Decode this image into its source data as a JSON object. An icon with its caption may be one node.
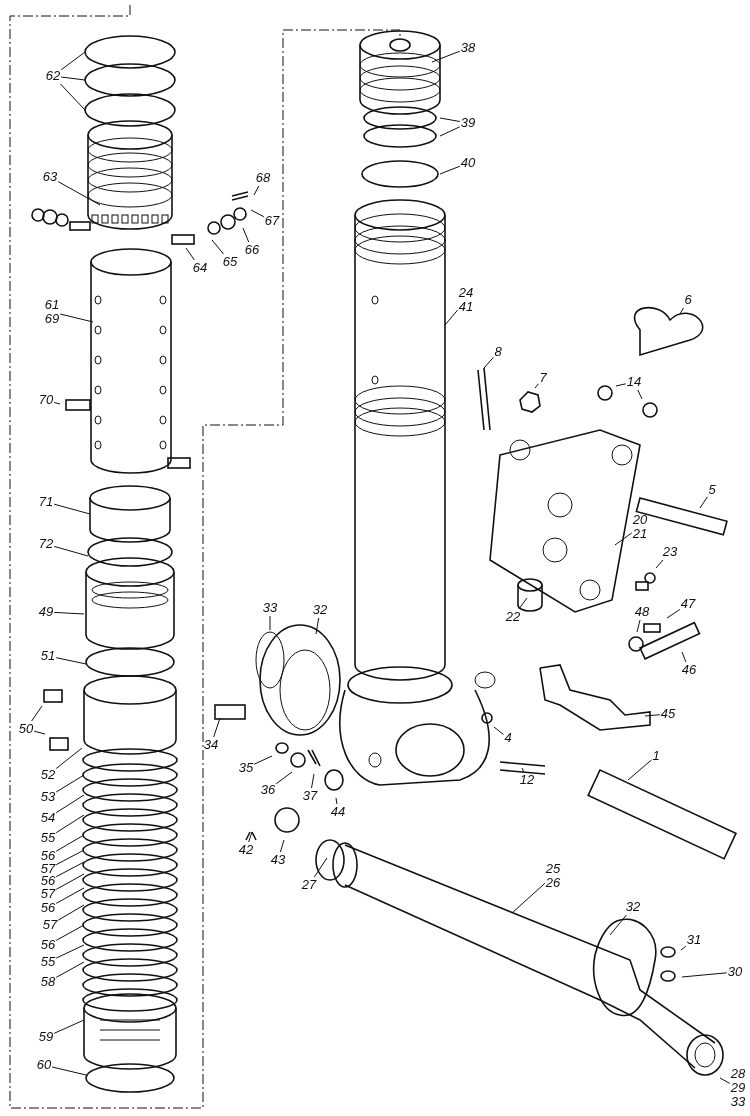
{
  "diagram": {
    "nodes": [
      {
        "text": [
          "62"
        ]
      },
      {
        "text": [
          "63"
        ]
      },
      {
        "text": [
          "68"
        ]
      },
      {
        "text": [
          "67"
        ]
      },
      {
        "text": [
          "66"
        ]
      },
      {
        "text": [
          "65"
        ]
      },
      {
        "text": [
          "64"
        ]
      },
      {
        "text": [
          "61",
          "69"
        ]
      },
      {
        "text": [
          "70"
        ]
      },
      {
        "text": [
          "71"
        ]
      },
      {
        "text": [
          "72"
        ]
      },
      {
        "text": [
          "49"
        ]
      },
      {
        "text": [
          "51"
        ]
      },
      {
        "text": [
          "50"
        ]
      },
      {
        "text": [
          "52"
        ]
      },
      {
        "text": [
          "53"
        ]
      },
      {
        "text": [
          "54"
        ]
      },
      {
        "text": [
          "55"
        ]
      },
      {
        "text": [
          "56"
        ]
      },
      {
        "text": [
          "57"
        ]
      },
      {
        "text": [
          "56"
        ]
      },
      {
        "text": [
          "57"
        ]
      },
      {
        "text": [
          "56"
        ]
      },
      {
        "text": [
          "57"
        ]
      },
      {
        "text": [
          "56"
        ]
      },
      {
        "text": [
          "55"
        ]
      },
      {
        "text": [
          "58"
        ]
      },
      {
        "text": [
          "59"
        ]
      },
      {
        "text": [
          "60"
        ]
      },
      {
        "text": [
          "38"
        ]
      },
      {
        "text": [
          "39"
        ]
      },
      {
        "text": [
          "40"
        ]
      },
      {
        "text": [
          "24",
          "41"
        ]
      },
      {
        "text": [
          "33"
        ]
      },
      {
        "text": [
          "32"
        ]
      },
      {
        "text": [
          "8"
        ]
      },
      {
        "text": [
          "6"
        ]
      },
      {
        "text": [
          "7"
        ]
      },
      {
        "text": [
          "14"
        ]
      },
      {
        "text": [
          "5"
        ]
      },
      {
        "text": [
          "20",
          "21"
        ]
      },
      {
        "text": [
          "23"
        ]
      },
      {
        "text": [
          "22"
        ]
      },
      {
        "text": [
          "48"
        ]
      },
      {
        "text": [
          "47"
        ]
      },
      {
        "text": [
          "46"
        ]
      },
      {
        "text": [
          "34"
        ]
      },
      {
        "text": [
          "45"
        ]
      },
      {
        "text": [
          "4"
        ]
      },
      {
        "text": [
          "35"
        ]
      },
      {
        "text": [
          "36"
        ]
      },
      {
        "text": [
          "37"
        ]
      },
      {
        "text": [
          "44"
        ]
      },
      {
        "text": [
          "12"
        ]
      },
      {
        "text": [
          "1"
        ]
      },
      {
        "text": [
          "43"
        ]
      },
      {
        "text": [
          "42"
        ]
      },
      {
        "text": [
          "27"
        ]
      },
      {
        "text": [
          "25",
          "26"
        ]
      },
      {
        "text": [
          "32"
        ]
      },
      {
        "text": [
          "31"
        ]
      },
      {
        "text": [
          "30"
        ]
      },
      {
        "text": [
          "28",
          "29",
          "33"
        ]
      }
    ],
    "edges": [
      {
        "from": 0,
        "to": null,
        "arrow": "none"
      },
      {
        "from": 0,
        "to": null,
        "arrow": "none"
      },
      {
        "from": 0,
        "to": null,
        "arrow": "none"
      },
      {
        "from": 1,
        "to": null,
        "arrow": "none"
      },
      {
        "from": 2,
        "to": null,
        "arrow": "none"
      },
      {
        "from": 3,
        "to": null,
        "arrow": "none"
      },
      {
        "from": 4,
        "to": null,
        "arrow": "none"
      },
      {
        "from": 5,
        "to": null,
        "arrow": "none"
      },
      {
        "from": 6,
        "to": null,
        "arrow": "none"
      },
      {
        "from": 7,
        "to": null,
        "arrow": "none"
      },
      {
        "from": 8,
        "to": null,
        "arrow": "none"
      },
      {
        "from": 9,
        "to": null,
        "arrow": "none"
      },
      {
        "from": 10,
        "to": null,
        "arrow": "none"
      },
      {
        "from": 11,
        "to": null,
        "arrow": "none"
      },
      {
        "from": 12,
        "to": null,
        "arrow": "none"
      },
      {
        "from": 13,
        "to": null,
        "arrow": "none"
      },
      {
        "from": 13,
        "to": null,
        "arrow": "none"
      },
      {
        "from": 14,
        "to": null,
        "arrow": "none"
      },
      {
        "from": 15,
        "to": null,
        "arrow": "none"
      },
      {
        "from": 16,
        "to": null,
        "arrow": "none"
      },
      {
        "from": 17,
        "to": null,
        "arrow": "none"
      },
      {
        "from": 18,
        "to": null,
        "arrow": "none"
      },
      {
        "from": 19,
        "to": null,
        "arrow": "none"
      },
      {
        "from": 20,
        "to": null,
        "arrow": "none"
      },
      {
        "from": 21,
        "to": null,
        "arrow": "none"
      },
      {
        "from": 22,
        "to": null,
        "arrow": "none"
      },
      {
        "from": 23,
        "to": null,
        "arrow": "none"
      },
      {
        "from": 24,
        "to": null,
        "arrow": "none"
      },
      {
        "from": 25,
        "to": null,
        "arrow": "none"
      },
      {
        "from": 26,
        "to": null,
        "arrow": "none"
      },
      {
        "from": 27,
        "to": null,
        "arrow": "none"
      },
      {
        "from": 28,
        "to": null,
        "arrow": "none"
      },
      {
        "from": 29,
        "to": null,
        "arrow": "none"
      },
      {
        "from": 30,
        "to": null,
        "arrow": "none"
      },
      {
        "from": 30,
        "to": null,
        "arrow": "none"
      },
      {
        "from": 31,
        "to": null,
        "arrow": "none"
      },
      {
        "from": 32,
        "to": null,
        "arrow": "none"
      },
      {
        "from": 33,
        "to": null,
        "arrow": "none"
      },
      {
        "from": 34,
        "to": null,
        "arrow": "none"
      },
      {
        "from": 35,
        "to": null,
        "arrow": "none"
      },
      {
        "from": 36,
        "to": null,
        "arrow": "none"
      },
      {
        "from": 37,
        "to": null,
        "arrow": "none"
      },
      {
        "from": 38,
        "to": null,
        "arrow": "none"
      },
      {
        "from": 38,
        "to": null,
        "arrow": "none"
      },
      {
        "from": 39,
        "to": null,
        "arrow": "none"
      },
      {
        "from": 40,
        "to": null,
        "arrow": "none"
      },
      {
        "from": 41,
        "to": null,
        "arrow": "none"
      },
      {
        "from": 42,
        "to": null,
        "arrow": "none"
      },
      {
        "from": 43,
        "to": null,
        "arrow": "none"
      },
      {
        "from": 44,
        "to": null,
        "arrow": "none"
      },
      {
        "from": 45,
        "to": null,
        "arrow": "none"
      },
      {
        "from": 46,
        "to": null,
        "arrow": "none"
      },
      {
        "from": 47,
        "to": null,
        "arrow": "none"
      },
      {
        "from": 48,
        "to": null,
        "arrow": "none"
      },
      {
        "from": 49,
        "to": null,
        "arrow": "none"
      },
      {
        "from": 50,
        "to": null,
        "arrow": "none"
      },
      {
        "from": 51,
        "to": null,
        "arrow": "none"
      },
      {
        "from": 52,
        "to": null,
        "arrow": "none"
      },
      {
        "from": 53,
        "to": null,
        "arrow": "none"
      },
      {
        "from": 54,
        "to": null,
        "arrow": "none"
      },
      {
        "from": 55,
        "to": null,
        "arrow": "none"
      },
      {
        "from": 56,
        "to": null,
        "arrow": "none"
      },
      {
        "from": 57,
        "to": null,
        "arrow": "none"
      },
      {
        "from": 58,
        "to": null,
        "arrow": "none"
      },
      {
        "from": 59,
        "to": null,
        "arrow": "none"
      },
      {
        "from": 60,
        "to": null,
        "arrow": "none"
      },
      {
        "from": 61,
        "to": null,
        "arrow": "none"
      },
      {
        "from": 62,
        "to": null,
        "arrow": "none"
      }
    ]
  }
}
